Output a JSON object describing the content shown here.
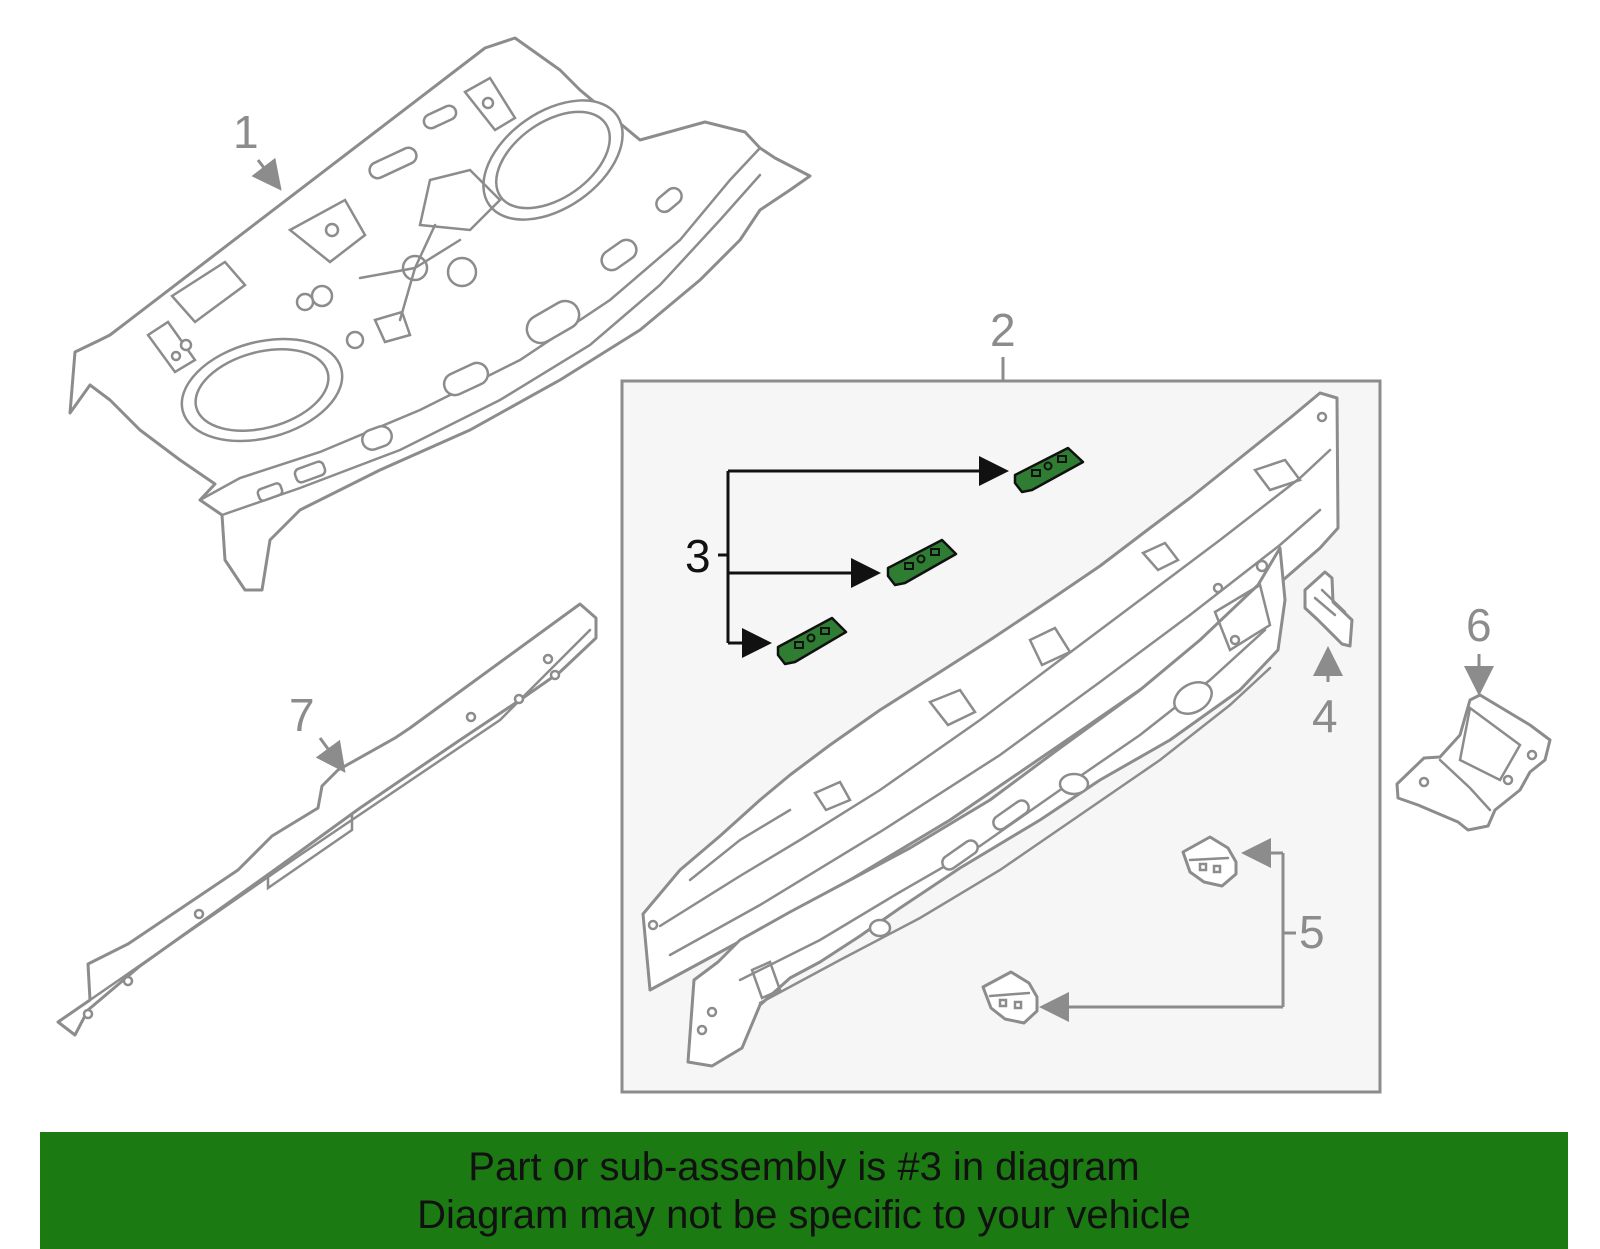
{
  "callouts": {
    "c1": "1",
    "c2": "2",
    "c3": "3",
    "c4": "4",
    "c5": "5",
    "c6": "6",
    "c7": "7"
  },
  "highlight_color": "#2e7d32",
  "banner": {
    "color": "#1b7a12",
    "line1": "Part or sub-assembly is #3 in diagram",
    "line2": "Diagram may not be specific to your vehicle"
  }
}
